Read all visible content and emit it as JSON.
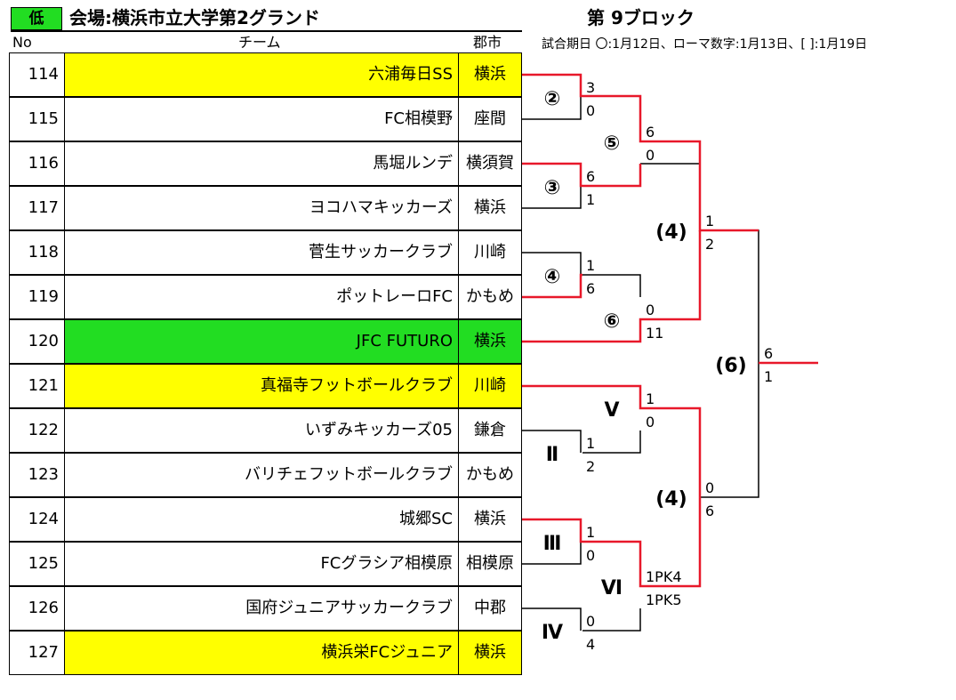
{
  "header": {
    "level_badge": "低",
    "venue": "会場:横浜市立大学第2グランド",
    "block": "第 9ブロック",
    "dates_note": "試合期日 〇:1月12日、ローマ数字:1月13日、[ ]:1月19日",
    "col_no": "No",
    "col_team": "チーム",
    "col_city": "郡市"
  },
  "teams": [
    {
      "no": "114",
      "name": "六浦毎日SS",
      "city": "横浜",
      "hl": "yellow"
    },
    {
      "no": "115",
      "name": "FC相模野",
      "city": "座間",
      "hl": ""
    },
    {
      "no": "116",
      "name": "馬堀ルンデ",
      "city": "横須賀",
      "hl": ""
    },
    {
      "no": "117",
      "name": "ヨコハマキッカーズ",
      "city": "横浜",
      "hl": ""
    },
    {
      "no": "118",
      "name": "菅生サッカークラブ",
      "city": "川崎",
      "hl": ""
    },
    {
      "no": "119",
      "name": "ポットレーロFC",
      "city": "かもめ",
      "hl": ""
    },
    {
      "no": "120",
      "name": "JFC FUTURO",
      "city": "横浜",
      "hl": "green"
    },
    {
      "no": "121",
      "name": "真福寺フットボールクラブ",
      "city": "川崎",
      "hl": "yellow"
    },
    {
      "no": "122",
      "name": "いずみキッカーズ05",
      "city": "鎌倉",
      "hl": ""
    },
    {
      "no": "123",
      "name": "バリチェフットボールクラブ",
      "city": "かもめ",
      "hl": ""
    },
    {
      "no": "124",
      "name": "城郷SC",
      "city": "横浜",
      "hl": ""
    },
    {
      "no": "125",
      "name": "FCグラシア相模原",
      "city": "相模原",
      "hl": ""
    },
    {
      "no": "126",
      "name": "国府ジュニアサッカークラブ",
      "city": "中郡",
      "hl": ""
    },
    {
      "no": "127",
      "name": "横浜栄FCジュニア",
      "city": "横浜",
      "hl": "yellow"
    }
  ],
  "bracket": {
    "match_labels": [
      "②",
      "③",
      "④",
      "⑤",
      "⑥",
      "(4)",
      "Ⅱ",
      "Ⅲ",
      "Ⅳ",
      "Ⅴ",
      "Ⅵ",
      "(4)",
      "(6)"
    ],
    "scores": [
      "3",
      "0",
      "6",
      "1",
      "1",
      "6",
      "6",
      "0",
      "0",
      "11",
      "1",
      "2",
      "1",
      "2",
      "1",
      "0",
      "0",
      "4",
      "1",
      "0",
      "1PK4",
      "1PK5",
      "0",
      "6",
      "6",
      "1"
    ]
  },
  "colors": {
    "win_line": "#e8182a",
    "lose_line": "#000000",
    "yellow": "#ffff00",
    "green": "#22dd22"
  }
}
